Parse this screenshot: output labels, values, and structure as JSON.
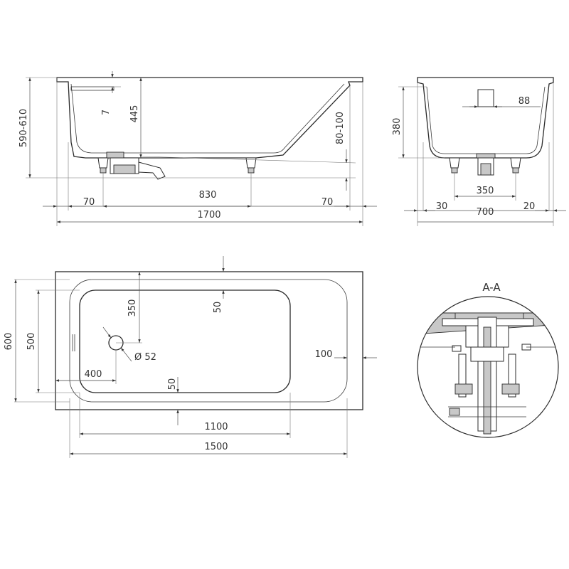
{
  "side_view": {
    "height_total": "590-610",
    "rim_offset": "7",
    "depth": "445",
    "adjust": "80-100",
    "foot_left": "70",
    "foot_span": "830",
    "foot_right": "70",
    "length": "1700"
  },
  "end_view": {
    "inner_depth": "380",
    "overflow_offset": "88",
    "foot_span": "350",
    "side_left": "30",
    "width": "700",
    "side_right": "20"
  },
  "top_view": {
    "drain_y": "350",
    "rim_top": "50",
    "width_outer": "600",
    "width_inner": "500",
    "drain_diameter": "Ø 52",
    "drain_x": "400",
    "rim_right": "100",
    "rim_bottom": "50",
    "inner_length": "1100",
    "outer_length": "1500"
  },
  "section": {
    "label": "A-A"
  }
}
